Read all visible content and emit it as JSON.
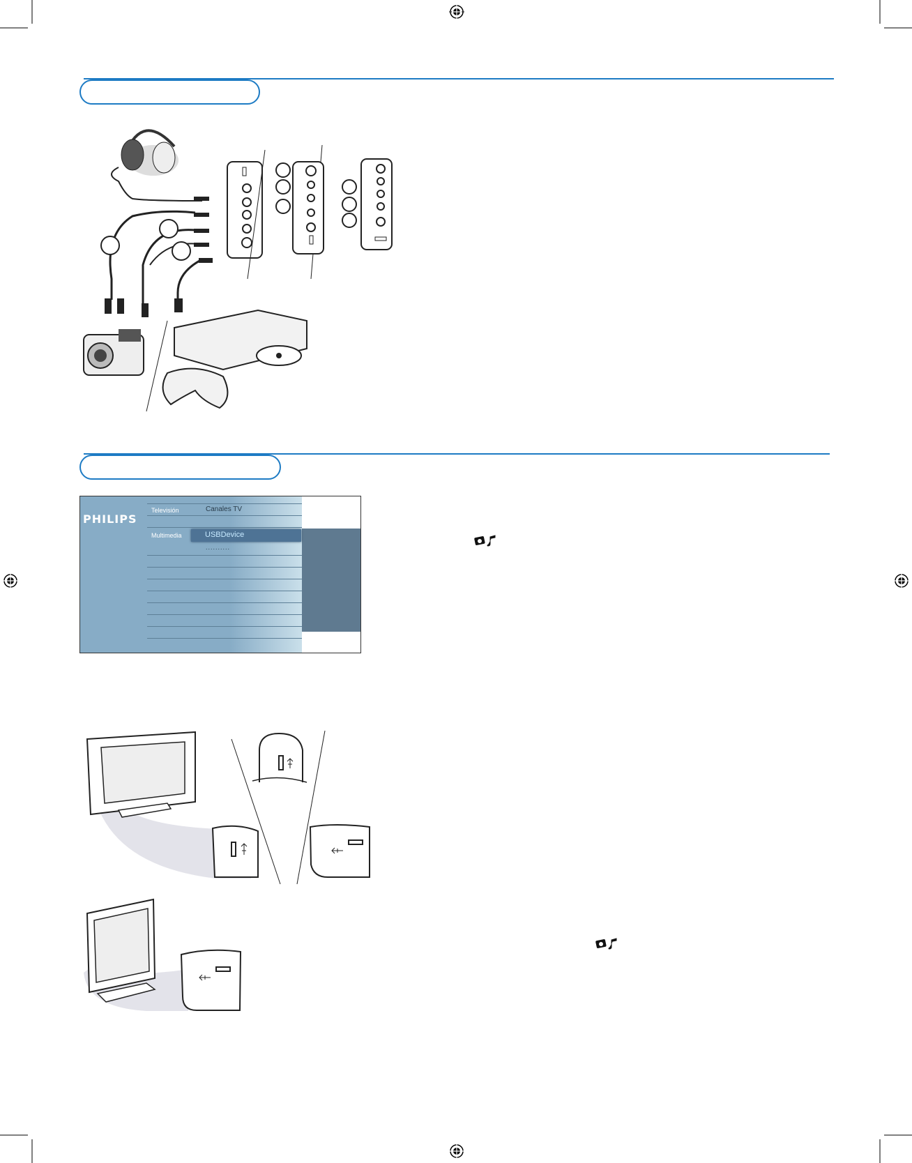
{
  "colors": {
    "accent": "#1d7bc4",
    "menu_bg": "#87acc6",
    "menu_selected": "#4e7395",
    "menu_panel": "#5f7a90"
  },
  "menu": {
    "brand": "PHILIPS",
    "category_television": "Televisión",
    "category_multimedia": "Multimedia",
    "item_channels": "Canales TV",
    "item_usb": "USBDevice",
    "item_more": ".........."
  },
  "icons": [
    "registration-mark-icon",
    "photo-music-icon",
    "usb-icon",
    "headphones-icon",
    "camcorder-icon",
    "game-console-icon"
  ]
}
